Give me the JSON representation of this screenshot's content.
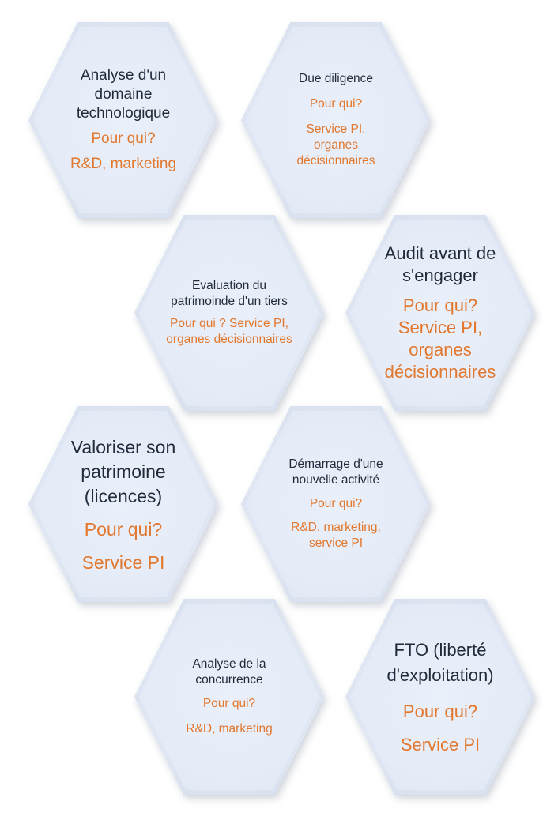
{
  "hexagons": [
    {
      "title": "Analyse d'un domaine technologique",
      "who_label": "Pour qui?",
      "who": "R&D, marketing"
    },
    {
      "title": "Due diligence",
      "who_label": "Pour qui?",
      "who": "Service PI, organes décisionnaires"
    },
    {
      "title": "Evaluation du patrimoinde d'un tiers",
      "who_label": "Pour qui ? Service PI, organes décisionnaires"
    },
    {
      "title": "Audit avant de s'engager",
      "who_label": "Pour qui?",
      "who": "Service PI, organes décisionnaires"
    },
    {
      "title": "Valoriser son patrimoine (licences)",
      "who_label": "Pour qui?",
      "who": "Service PI"
    },
    {
      "title": "Démarrage d'une nouvelle activité",
      "who_label": "Pour qui?",
      "who": "R&D, marketing, service PI"
    },
    {
      "title": "Analyse de la concurrence",
      "who_label": "Pour qui?",
      "who": "R&D, marketing"
    },
    {
      "title": "FTO (liberté d'exploitation)",
      "who_label": "Pour qui?",
      "who": "Service PI"
    }
  ],
  "colors": {
    "title": "#1f2a3a",
    "accent": "#e2772e",
    "hex_fill": "#e3eaf6"
  }
}
